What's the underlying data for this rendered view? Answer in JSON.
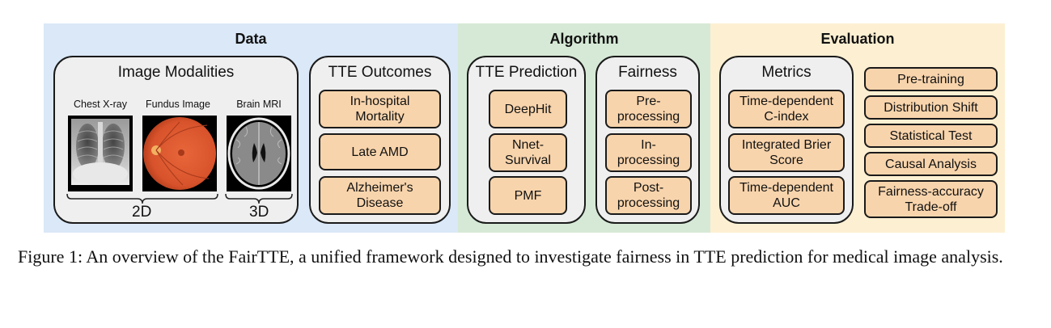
{
  "figure": {
    "sections": {
      "data": {
        "title": "Data",
        "color": "#dae8f8",
        "image_modalities": {
          "title": "Image Modalities",
          "items": [
            {
              "label": "Chest X-ray",
              "icon": "chest-xray-image"
            },
            {
              "label": "Fundus Image",
              "icon": "fundus-image"
            },
            {
              "label": "Brain MRI",
              "icon": "brain-mri-image"
            }
          ],
          "dimensions": {
            "two_d": "2D",
            "three_d": "3D"
          }
        },
        "tte_outcomes": {
          "title": "TTE Outcomes",
          "items": [
            "In-hospital\nMortality",
            "Late AMD",
            "Alzheimer's\nDisease"
          ]
        }
      },
      "algorithm": {
        "title": "Algorithm",
        "color": "#d6e9d6",
        "tte_prediction": {
          "title": "TTE Prediction",
          "items": [
            "DeepHit",
            "Nnet-\nSurvival",
            "PMF"
          ]
        },
        "fairness": {
          "title": "Fairness",
          "items": [
            "Pre-\nprocessing",
            "In-\nprocessing",
            "Post-\nprocessing"
          ]
        }
      },
      "evaluation": {
        "title": "Evaluation",
        "color": "#fdf0d2",
        "metrics": {
          "title": "Metrics",
          "items": [
            "Time-dependent\nC-index",
            "Integrated Brier\nScore",
            "Time-dependent\nAUC"
          ]
        },
        "analyses": [
          "Pre-training",
          "Distribution Shift",
          "Statistical Test",
          "Causal Analysis",
          "Fairness-accuracy\nTrade-off"
        ]
      }
    },
    "box_color": "#f8d4ac",
    "group_color": "#efefef"
  },
  "caption": "Figure 1: An overview of the FairTTE, a unified framework designed to investigate fairness in TTE prediction for medical image analysis."
}
